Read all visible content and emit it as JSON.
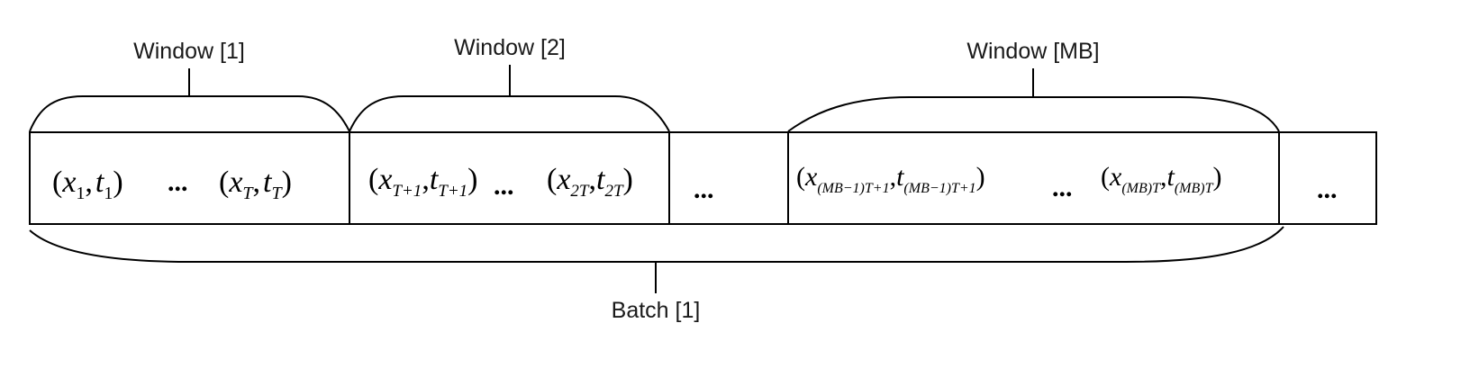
{
  "labels": {
    "window_1": "Window [1]",
    "window_2": "Window [2]",
    "window_mb": "Window [MB]",
    "batch_1": "Batch [1]"
  },
  "cells": {
    "cell_1": {
      "first": {
        "x": "x",
        "x_sub": "1",
        "t": "t",
        "t_sub": "1"
      },
      "ellipsis": "...",
      "last": {
        "x": "x",
        "x_sub": "T",
        "t": "t",
        "t_sub": "T"
      }
    },
    "cell_2": {
      "first": {
        "x": "x",
        "x_sub": "T+1",
        "t": "t",
        "t_sub": "T+1"
      },
      "ellipsis": "...",
      "last": {
        "x": "x",
        "x_sub": "2T",
        "t": "t",
        "t_sub": "2T"
      }
    },
    "cell_3": {
      "ellipsis": "..."
    },
    "cell_4": {
      "first": {
        "x": "x",
        "x_sub": "(MB−1)T+1",
        "t": "t",
        "t_sub": "(MB−1)T+1"
      },
      "ellipsis": "...",
      "last": {
        "x": "x",
        "x_sub": "(MB)T",
        "t": "t",
        "t_sub": "(MB)T"
      }
    },
    "cell_5": {
      "ellipsis": "..."
    }
  },
  "punctuation": {
    "open": "(",
    "comma": ",",
    "close": ")"
  }
}
